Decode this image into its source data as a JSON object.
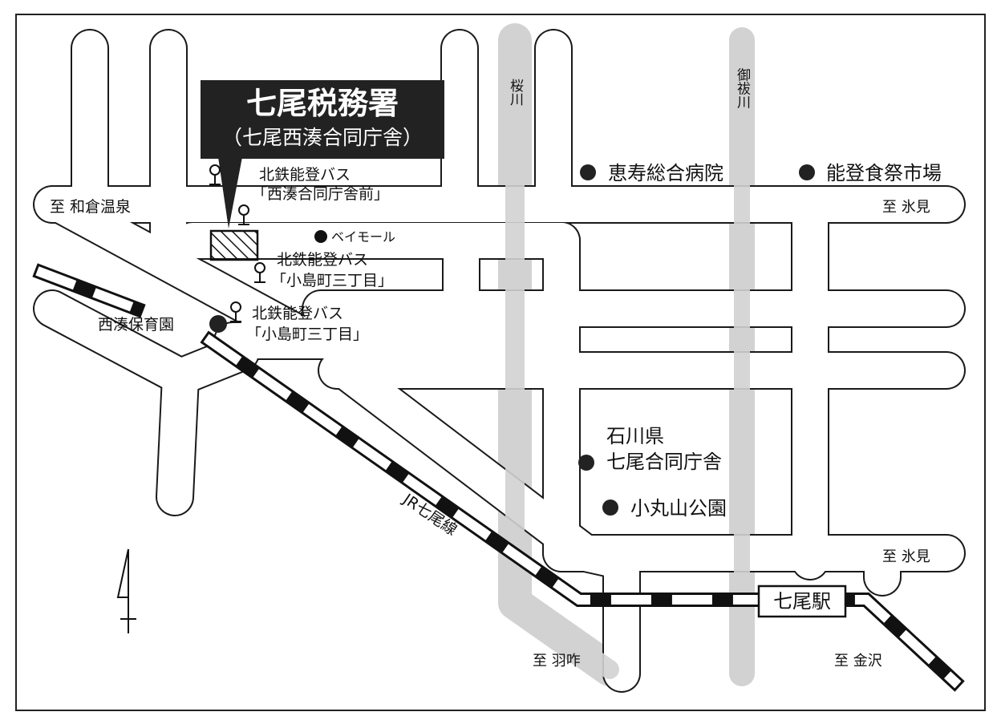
{
  "office": {
    "name": "七尾税務署",
    "subtitle": "（七尾西湊合同庁舎）"
  },
  "rivers": {
    "sakura": "桜川",
    "misogi": "御祓川"
  },
  "landmarks": {
    "ebisu_hospital": "恵寿総合病院",
    "noto_market": "能登食祭市場",
    "bay_mall": "ベイモール",
    "nishiminato_nursery": "西湊保育園",
    "ishikawa_pref_1": "石川県",
    "ishikawa_pref_2": "七尾合同庁舎",
    "komaruyama_park": "小丸山公園"
  },
  "bus_stops": [
    {
      "company": "北鉄能登バス",
      "name": "「西湊合同庁舎前」"
    },
    {
      "company": "北鉄能登バス",
      "name": "「小島町三丁目」"
    },
    {
      "company": "北鉄能登バス",
      "name": "「小島町三丁目」"
    }
  ],
  "destinations": {
    "wakura": "至 和倉温泉",
    "himi_upper": "至 氷見",
    "himi_lower": "至 氷見",
    "hakui": "至 羽咋",
    "kanazawa": "至 金沢"
  },
  "railway": {
    "line": "JR七尾線",
    "station": "七尾駅"
  },
  "colors": {
    "river": "#d2d2d2",
    "title_bg": "#222222",
    "ink": "#111111",
    "bg": "#ffffff"
  }
}
